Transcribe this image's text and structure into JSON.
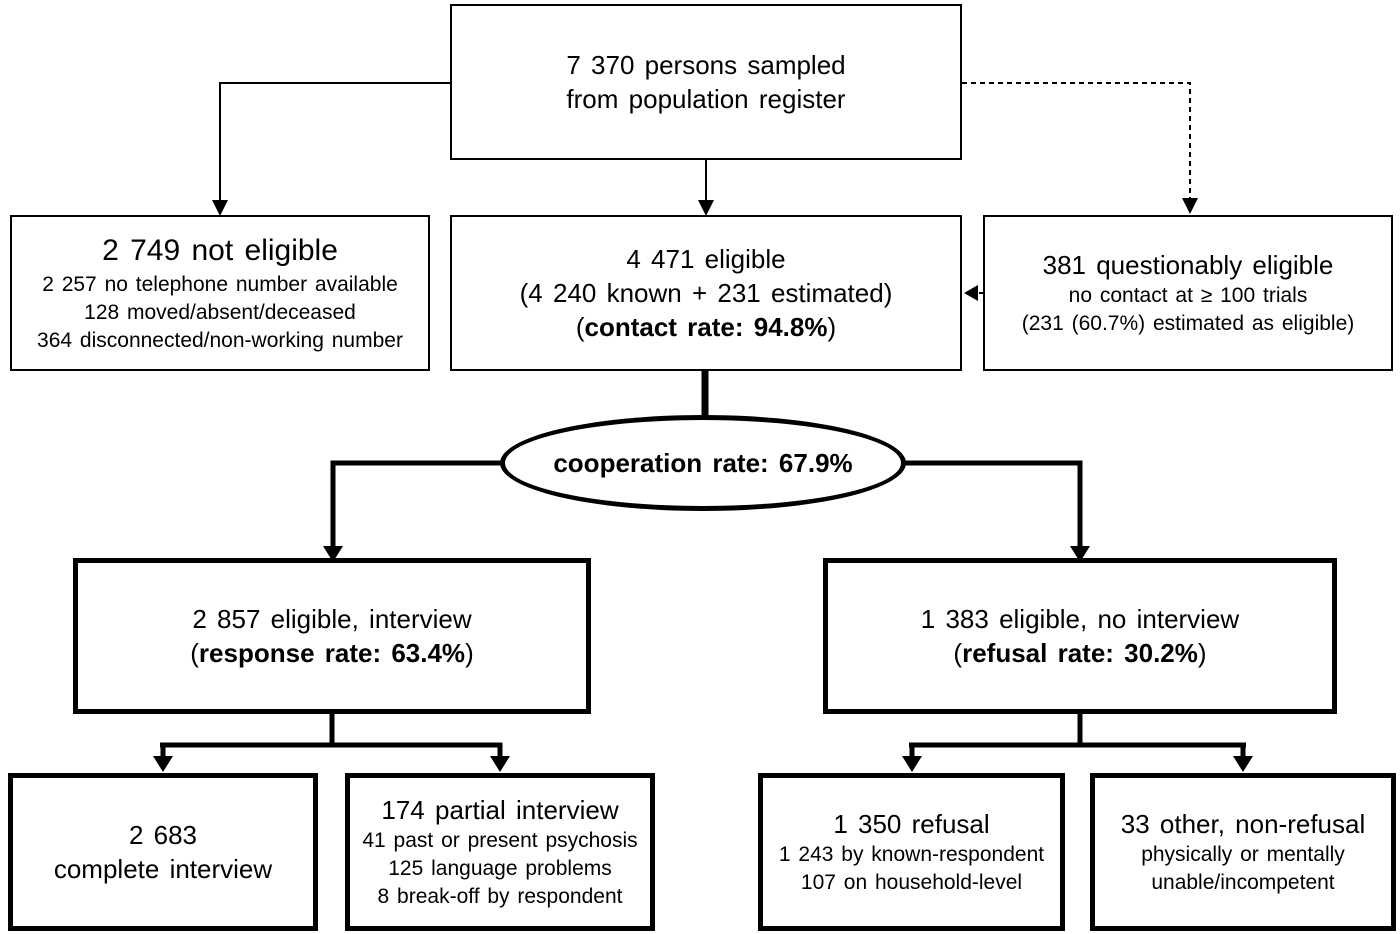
{
  "nodes": {
    "sampled": {
      "line1": "7 370 persons sampled",
      "line2": "from population register"
    },
    "not_eligible": {
      "title": "2 749 not eligible",
      "details": [
        "2 257 no telephone number available",
        "128 moved/absent/deceased",
        "364 disconnected/non-working number"
      ]
    },
    "eligible": {
      "line1": "4 471 eligible",
      "line2": "(4 240 known + 231 estimated)",
      "rate_prefix": "(",
      "rate_bold": "contact rate: 94.8%",
      "rate_suffix": ")"
    },
    "questionably_eligible": {
      "title": "381 questionably eligible",
      "details": [
        "no contact at ≥ 100 trials",
        "(231 (60.7%) estimated as eligible)"
      ]
    },
    "cooperation": {
      "label": "cooperation rate: 67.9%"
    },
    "interview": {
      "line1": "2 857 eligible, interview",
      "rate_prefix": "(",
      "rate_bold": "response rate: 63.4%",
      "rate_suffix": ")"
    },
    "no_interview": {
      "line1": "1 383 eligible, no interview",
      "rate_prefix": "(",
      "rate_bold": "refusal rate: 30.2%",
      "rate_suffix": ")"
    },
    "complete": {
      "line1": "2 683",
      "line2": "complete interview"
    },
    "partial": {
      "title": "174 partial interview",
      "details": [
        "41 past or present psychosis",
        "125 language problems",
        "8 break-off by respondent"
      ]
    },
    "refusal": {
      "title": "1 350 refusal",
      "details": [
        "1 243 by known-respondent",
        "107 on household-level"
      ]
    },
    "other": {
      "title": "33 other, non-refusal",
      "details": [
        "physically or mentally",
        "unable/incompetent"
      ]
    }
  },
  "colors": {
    "line": "#000000",
    "background": "#ffffff"
  }
}
